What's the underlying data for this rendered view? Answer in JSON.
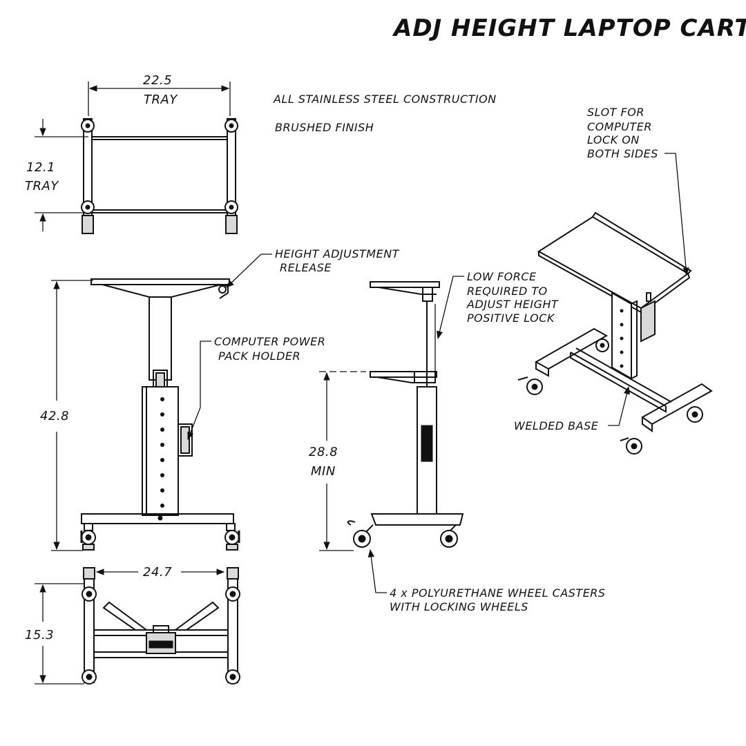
{
  "title": "ADJ HEIGHT LAPTOP CART",
  "notes": {
    "construction": "ALL STAINLESS STEEL CONSTRUCTION",
    "finish": "BRUSHED FINISH"
  },
  "callouts": {
    "slot_line1": "SLOT FOR",
    "slot_line2": "COMPUTER",
    "slot_line3": "LOCK ON",
    "slot_line4": "BOTH SIDES",
    "height_release_line1": "HEIGHT ADJUSTMENT",
    "height_release_line2": "RELEASE",
    "power_pack_line1": "COMPUTER POWER",
    "power_pack_line2": "PACK HOLDER",
    "low_force_line1": "LOW FORCE",
    "low_force_line2": "REQUIRED TO",
    "low_force_line3": "ADJUST HEIGHT",
    "low_force_line4": "POSITIVE LOCK",
    "welded_base": "WELDED BASE",
    "casters_line1": "4 x POLYURETHANE WHEEL CASTERS",
    "casters_line2": "WITH LOCKING WHEELS"
  },
  "dimensions": {
    "tray_width_value": "22.5",
    "tray_width_label": "TRAY",
    "tray_depth_value": "12.1",
    "tray_depth_label": "TRAY",
    "max_height": "42.8",
    "min_height_value": "28.8",
    "min_height_label": "MIN",
    "base_width": "24.7",
    "base_depth": "15.3"
  }
}
